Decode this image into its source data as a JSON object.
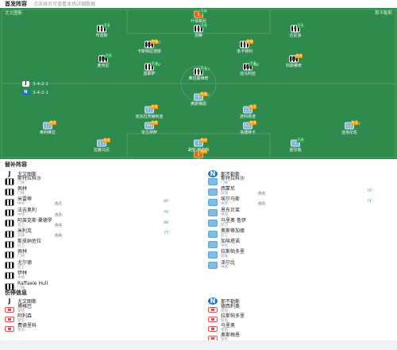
{
  "header": {
    "title": "首发阵容",
    "note": "点击球员可查看本场详细数据"
  },
  "teams": {
    "home": {
      "name": "尤文图斯",
      "formation": "3-4-2-1",
      "mark": "J",
      "color": "#000000"
    },
    "away": {
      "name": "那不勒斯",
      "formation": "3-4-2-1",
      "mark": "N",
      "color": "#1a78c2"
    }
  },
  "pitch_players": [
    {
      "team": "juv",
      "num": "1",
      "name": "什琴斯尼",
      "rating": "7.0",
      "sub": "",
      "ev": ""
    },
    {
      "team": "juv",
      "num": "3",
      "name": "布雷默",
      "rating": "7.2",
      "sub": "",
      "ev": ""
    },
    {
      "team": "juv",
      "num": "4",
      "name": "加蒂",
      "rating": "7.4",
      "sub": "",
      "ev": ""
    },
    {
      "team": "juv",
      "num": "6",
      "name": "达尼洛",
      "rating": "7.1",
      "sub": "",
      "ev": ""
    },
    {
      "team": "juv",
      "num": "20",
      "name": "卡斯特拉诺斯",
      "rating": "6.9",
      "sub": "",
      "ev": "80'"
    },
    {
      "team": "juv",
      "num": "5",
      "name": "洛卡特利",
      "rating": "6.8",
      "sub": "",
      "ev": ""
    },
    {
      "team": "juv",
      "num": "16",
      "name": "麦肯尼",
      "rating": "7.0",
      "sub": "",
      "ev": ""
    },
    {
      "team": "juv",
      "num": "11",
      "name": "科斯蒂奇",
      "rating": "6.6",
      "sub": "",
      "ev": ""
    },
    {
      "team": "juv",
      "num": "7",
      "name": "基耶萨",
      "rating": "7.3",
      "sub": "",
      "ev": "79'"
    },
    {
      "team": "juv",
      "num": "22",
      "name": "迪马利亚",
      "rating": "7.8",
      "sub": "",
      "ev": "88'"
    },
    {
      "team": "juv",
      "num": "9",
      "name": "弗拉霍维奇",
      "rating": "7.1",
      "sub": "",
      "ev": "77'"
    },
    {
      "team": "nap",
      "num": "9",
      "name": "奥斯梅恩",
      "rating": "6.6",
      "sub": "",
      "ev": "70'"
    },
    {
      "team": "nap",
      "num": "77",
      "name": "克瓦拉茨赫利亚",
      "rating": "6.9",
      "sub": "",
      "ev": ""
    },
    {
      "team": "nap",
      "num": "21",
      "name": "波利塔诺",
      "rating": "6.7",
      "sub": "",
      "ev": ""
    },
    {
      "team": "nap",
      "num": "17",
      "name": "奥利维拉",
      "rating": "6.5",
      "sub": "",
      "ev": ""
    },
    {
      "team": "nap",
      "num": "99",
      "name": "安古伊萨",
      "rating": "6.8",
      "sub": "",
      "ev": ""
    },
    {
      "team": "nap",
      "num": "68",
      "name": "洛博特卡",
      "rating": "6.9",
      "sub": "",
      "ev": ""
    },
    {
      "team": "nap",
      "num": "22",
      "name": "迪洛伦佐",
      "rating": "6.7",
      "sub": "",
      "ev": "74'"
    },
    {
      "team": "nap",
      "num": "13",
      "name": "拉赫马尼",
      "rating": "6.6",
      "sub": "",
      "ev": ""
    },
    {
      "team": "nap",
      "num": "5",
      "name": "胡安·赫苏斯",
      "rating": "6.4",
      "sub": "",
      "ev": ""
    },
    {
      "team": "nap",
      "num": "3",
      "name": "金玟哉",
      "rating": "7.0",
      "sub": "",
      "ev": ""
    },
    {
      "team": "nap",
      "num": "1",
      "name": "梅雷特",
      "rating": "6.5",
      "sub": "",
      "ev": ""
    }
  ],
  "subs_section": {
    "title": "替补阵容"
  },
  "subs": {
    "home": [
      {
        "name": "斯特拉科沙",
        "sub": "门将",
        "rating": "",
        "min": ""
      },
      {
        "name": "佩林",
        "sub": "门将",
        "rating": "",
        "min": ""
      },
      {
        "name": "米雷蒂",
        "sub": "中场",
        "rating": "6.7",
        "min": "80'"
      },
      {
        "name": "法吉奥利",
        "sub": "中场",
        "rating": "6.5",
        "min": "79'"
      },
      {
        "name": "阿莱克斯·桑德罗",
        "sub": "后卫",
        "rating": "6.4",
        "min": "88'"
      },
      {
        "name": "米利克",
        "sub": "前锋",
        "rating": "6.6",
        "min": "77'"
      },
      {
        "name": "斯皮纳佐拉",
        "sub": "后卫",
        "rating": "",
        "min": ""
      },
      {
        "name": "佩林",
        "sub": "门将",
        "rating": "",
        "min": ""
      },
      {
        "name": "尤尔德",
        "sub": "后卫",
        "rating": "",
        "min": ""
      },
      {
        "name": "伊林",
        "sub": "中场",
        "rating": "",
        "min": ""
      },
      {
        "name": "Raffaele Hull",
        "sub": "门将",
        "rating": "",
        "min": ""
      }
    ],
    "away": [
      {
        "name": "斯特拉科沙",
        "sub": "门将",
        "rating": "",
        "min": ""
      },
      {
        "name": "西蒙尼",
        "sub": "前锋",
        "rating": "6.4",
        "min": "70'"
      },
      {
        "name": "埃尔马斯",
        "sub": "中场",
        "rating": "6.5",
        "min": "74'"
      },
      {
        "name": "恩东贝莱",
        "sub": "中场",
        "rating": "",
        "min": ""
      },
      {
        "name": "马里奥·鲁伊",
        "sub": "后卫",
        "rating": "",
        "min": ""
      },
      {
        "name": "奥斯蒂加德",
        "sub": "后卫",
        "rating": "",
        "min": ""
      },
      {
        "name": "加埃塔诺",
        "sub": "中场",
        "rating": "",
        "min": ""
      },
      {
        "name": "拉斯帕多里",
        "sub": "前锋",
        "rating": "",
        "min": ""
      },
      {
        "name": "泽尔比",
        "sub": "中场",
        "rating": "",
        "min": ""
      }
    ]
  },
  "injury_section": {
    "title": "伤停信息"
  },
  "injuries": {
    "home": [
      {
        "name": "博格巴",
        "status": "受伤"
      },
      {
        "name": "阿利森",
        "status": "受伤"
      },
      {
        "name": "费德里科",
        "status": "受伤"
      }
    ],
    "away": [
      {
        "name": "德西利奥",
        "status": "受伤"
      },
      {
        "name": "拉斯帕多里",
        "status": "受伤"
      },
      {
        "name": "马里奥",
        "status": "受伤"
      },
      {
        "name": "奥斯梅恩",
        "status": "受伤"
      }
    ]
  },
  "colors": {
    "pitch": "#2f8a4d",
    "juv": "#000000",
    "nap": "#7dbde6",
    "gk": "#e06a14",
    "rating_good": "#2aa84a",
    "rating_ok": "#e8a317"
  }
}
